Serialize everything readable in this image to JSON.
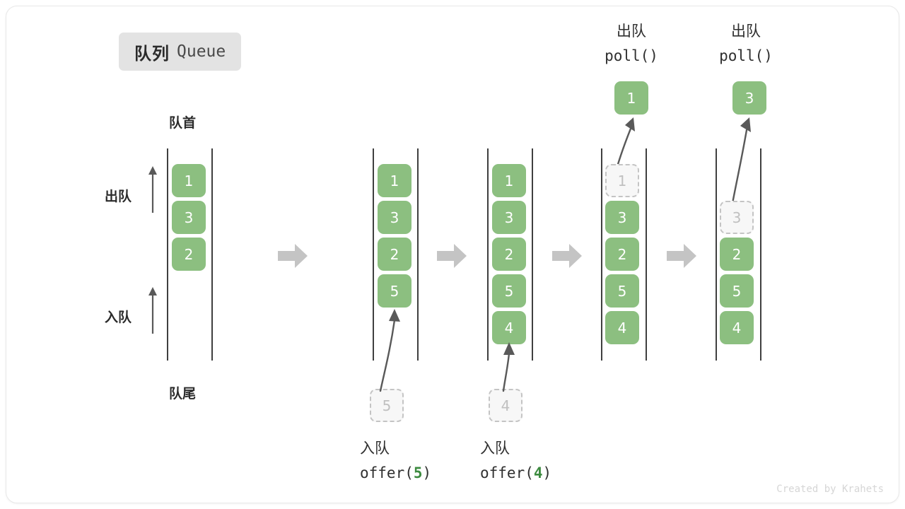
{
  "title": {
    "cn": "队列",
    "en": "Queue"
  },
  "labels": {
    "front": "队首",
    "rear": "队尾",
    "dequeue": "出队",
    "enqueue": "入队"
  },
  "colors": {
    "element": "#8cbf80",
    "ghost_fill": "#f7f7f7",
    "ghost_border": "#c4c4c4",
    "rail": "#3f3f3f",
    "sep_arrow": "#c4c4c4",
    "accent_value": "#3d8b40",
    "badge_bg": "#e3e3e3",
    "text": "#2f2f2f"
  },
  "stages": [
    {
      "name": "initial",
      "items": [
        "1",
        "3",
        "2"
      ],
      "ghost_index": null,
      "popped": null,
      "caption_cn": null,
      "caption_code": null
    },
    {
      "name": "after-offer-5",
      "items": [
        "1",
        "3",
        "2",
        "5"
      ],
      "ghost_index": null,
      "popped": null,
      "incoming": "5",
      "caption_cn": "入队",
      "caption_code_prefix": "offer(",
      "caption_code_value": "5",
      "caption_code_suffix": ")"
    },
    {
      "name": "after-offer-4",
      "items": [
        "1",
        "3",
        "2",
        "5",
        "4"
      ],
      "ghost_index": null,
      "popped": null,
      "incoming": "4",
      "caption_cn": "入队",
      "caption_code_prefix": "offer(",
      "caption_code_value": "4",
      "caption_code_suffix": ")"
    },
    {
      "name": "poll-1",
      "items": [
        "1",
        "3",
        "2",
        "5",
        "4"
      ],
      "ghost_index": 0,
      "popped": "1",
      "caption_cn": "出队",
      "caption_code": "poll()"
    },
    {
      "name": "poll-3",
      "items": [
        "3",
        "2",
        "5",
        "4"
      ],
      "ghost_index": 0,
      "popped": "3",
      "caption_cn": "出队",
      "caption_code": "poll()"
    }
  ],
  "footer": "Created by Krahets"
}
